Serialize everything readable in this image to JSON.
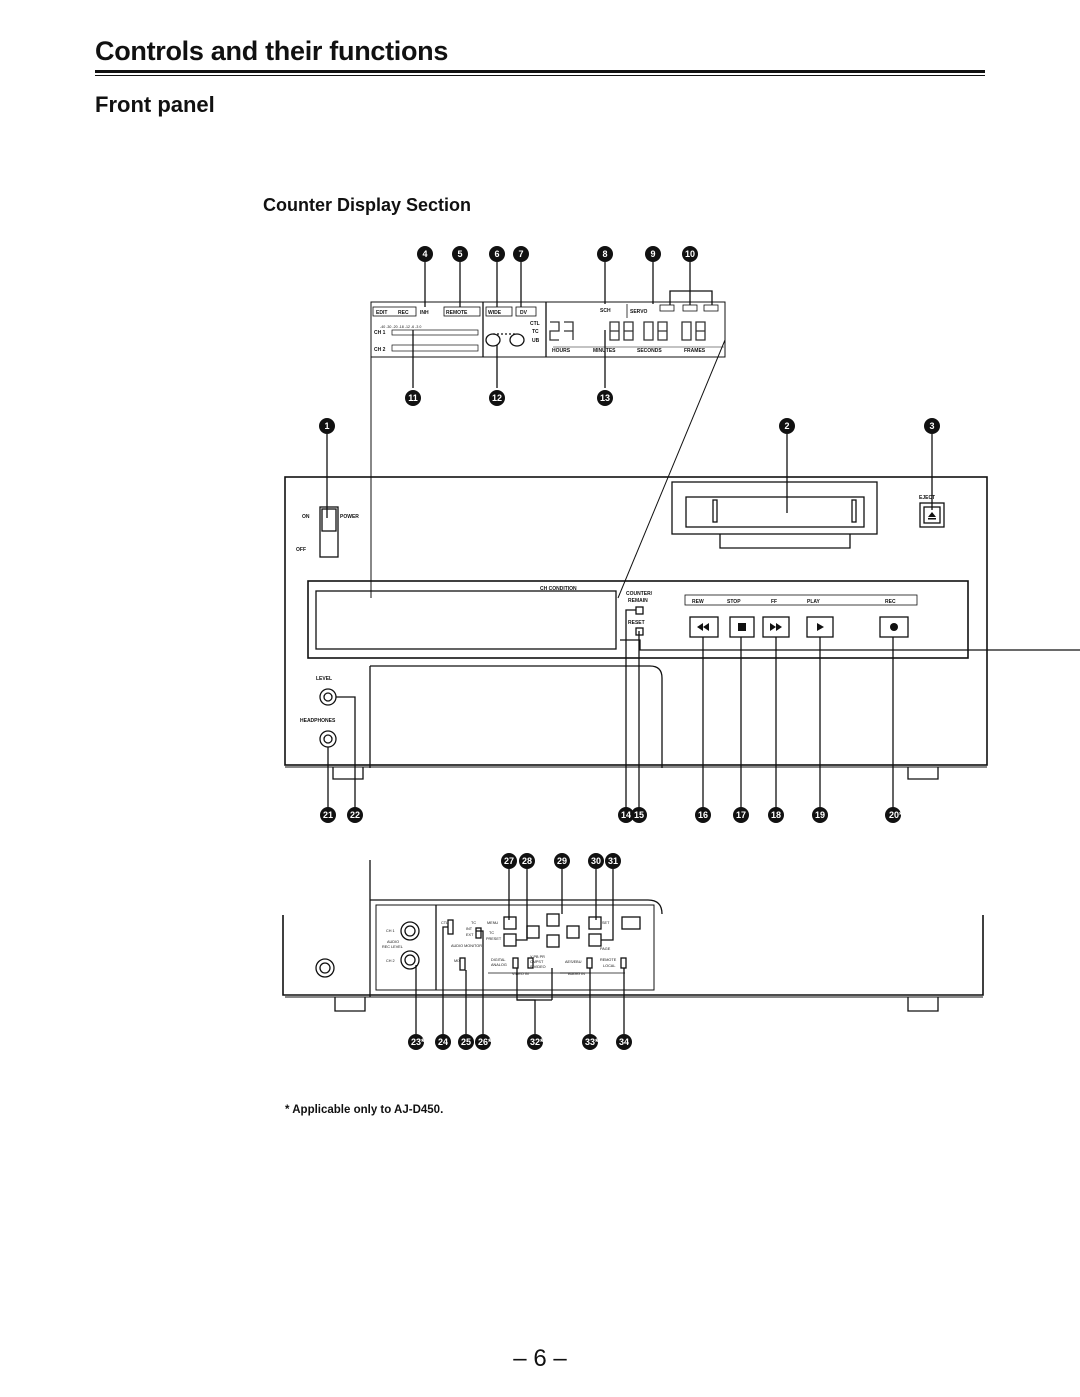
{
  "headings": {
    "title": "Controls and their functions",
    "subtitle": "Front panel",
    "section": "Counter Display Section"
  },
  "footnote": "* Applicable only to AJ-D450.",
  "page_number": "– 6 –",
  "callouts": {
    "c1": "1",
    "c2": "2",
    "c3": "3",
    "c4": "4",
    "c5": "5",
    "c6": "6",
    "c7": "7",
    "c8": "8",
    "c9": "9",
    "c10": "10",
    "c11": "11",
    "c12": "12",
    "c13": "13",
    "c14": "14",
    "c15": "15",
    "c16": "16",
    "c17": "17",
    "c18": "18",
    "c19": "19",
    "c20": "20*",
    "c21": "21",
    "c22": "22",
    "c23": "23*",
    "c24": "24",
    "c25": "25",
    "c26": "26*",
    "c27": "27",
    "c28": "28",
    "c29": "29",
    "c30": "30",
    "c31": "31",
    "c32": "32*",
    "c33": "33*",
    "c34": "34"
  },
  "display": {
    "edit": "EDIT",
    "rec": "REC",
    "inh": "INH",
    "remote": "REMOTE",
    "wide": "WIDE",
    "dv": "DV",
    "sch": "SCH",
    "servo": "SERVO",
    "ctl": "CTL",
    "tc": "TC",
    "ub": "UB",
    "ch1": "CH 1",
    "ch2": "CH 2",
    "scale": "-40 -30 -20 -18 -12 -6 -3 0",
    "hours": "HOURS",
    "minutes": "MINUTES",
    "seconds": "SECONDS",
    "frames": "FRAMES"
  },
  "panel": {
    "on": "ON",
    "power": "POWER",
    "off": "OFF",
    "eject": "EJECT",
    "ch_condition": "CH CONDITION",
    "counter_remain_1": "COUNTER/",
    "counter_remain_2": "REMAIN",
    "reset": "RESET",
    "rew": "REW",
    "stop": "STOP",
    "ff": "FF",
    "play": "PLAY",
    "rec": "REC",
    "level": "LEVEL",
    "headphones": "HEADPHONES"
  },
  "subpanel": {
    "ch1": "CH 1",
    "audio": "AUDIO",
    "rec_level": "REC LEVEL",
    "ch2": "CH 2",
    "ctl": "CTL",
    "tc": "TC",
    "int": "INT",
    "ext": "EXT",
    "menu": "MENU",
    "tc2": "TC",
    "preset": "PRESET",
    "set": "SET",
    "audio_monitor": "AUDIO MONITOR",
    "mix": "MIX",
    "page": "PAGE",
    "digital": "DIGITAL",
    "analog": "ANALOG",
    "ypbpr": "Y PB PR",
    "cmpst": "CMPST",
    "svideo": "S-VIDEO",
    "aes": "AES/EBU",
    "remote": "REMOTE",
    "local": "LOCAL",
    "video_in": "VIDEO IN",
    "audio_in": "AUDIO IN"
  }
}
